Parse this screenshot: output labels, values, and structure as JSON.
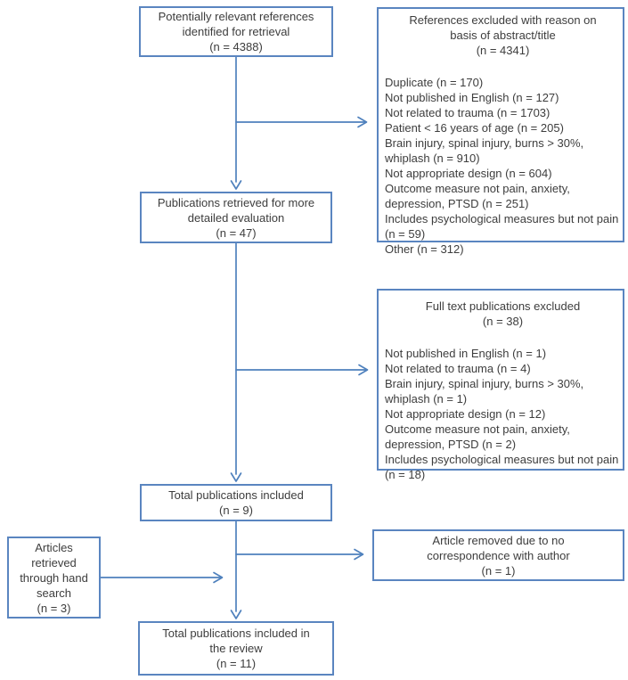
{
  "diagram": {
    "type": "flowchart",
    "title_semantic": "study-selection-flow-diagram",
    "colors": {
      "box_border": "#5a85c0",
      "arrow": "#4f81bd",
      "text": "#3d3d3d",
      "background": "#ffffff"
    }
  },
  "boxes": {
    "identified": {
      "lines": [
        "Potentially relevant references",
        "identified for retrieval",
        "(n = 4388)"
      ]
    },
    "excluded_abstract": {
      "title_lines": [
        "References excluded with reason on",
        "basis of abstract/title",
        "(n = 4341)"
      ],
      "items": [
        "Duplicate (n = 170)",
        "Not published in English (n = 127)",
        "Not related to trauma (n = 1703)",
        "Patient < 16 years of age (n = 205)",
        "Brain injury, spinal injury, burns > 30%, whiplash (n = 910)",
        "Not appropriate design (n = 604)",
        "Outcome measure not pain, anxiety, depression, PTSD (n = 251)",
        "Includes psychological measures but not pain (n = 59)",
        "Other (n = 312)"
      ]
    },
    "retrieved": {
      "lines": [
        "Publications retrieved for more",
        "detailed evaluation",
        "(n = 47)"
      ]
    },
    "excluded_fulltext": {
      "title_lines": [
        "Full text publications excluded",
        "(n = 38)"
      ],
      "items": [
        "Not published in English (n = 1)",
        "Not related to trauma (n = 4)",
        "Brain injury, spinal injury, burns > 30%, whiplash (n = 1)",
        "Not appropriate design (n = 12)",
        "Outcome measure not pain, anxiety, depression, PTSD (n = 2)",
        "Includes psychological measures but not pain (n = 18)"
      ]
    },
    "included": {
      "lines": [
        "Total publications included",
        "(n = 9)"
      ]
    },
    "hand_search": {
      "lines": [
        "Articles",
        "retrieved",
        "through hand",
        "search",
        "(n = 3)"
      ]
    },
    "removed": {
      "lines": [
        "Article removed due to no",
        "correspondence with author",
        "(n = 1)"
      ]
    },
    "final": {
      "lines": [
        "Total publications included in",
        "the review",
        "(n = 11)"
      ]
    }
  }
}
